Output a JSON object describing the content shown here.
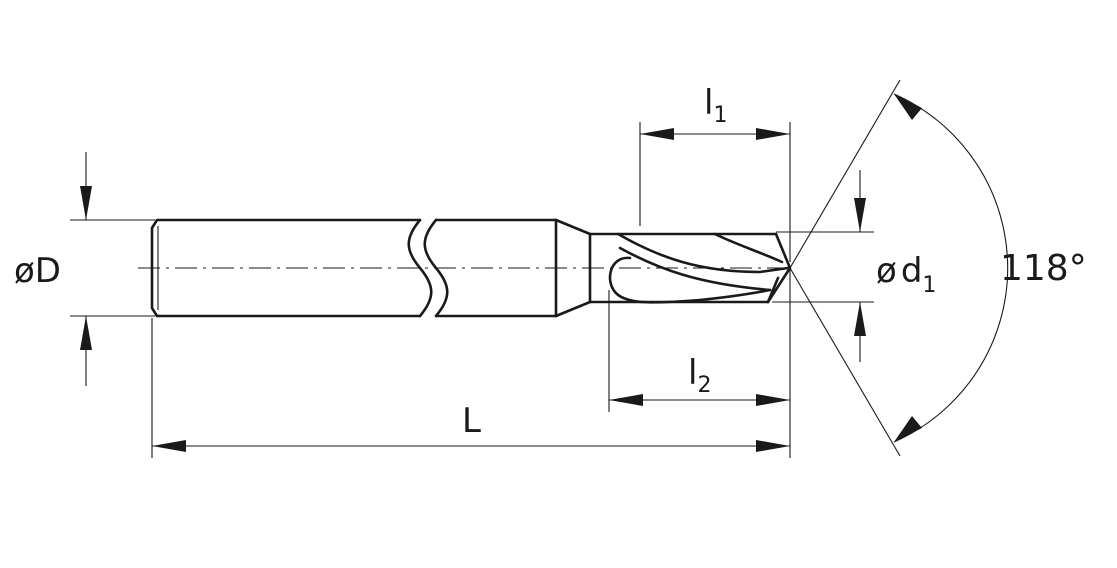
{
  "diagram": {
    "labels": {
      "shank_diameter": "øD",
      "tip_diameter_prefix": "ø",
      "tip_diameter_symbol": "d",
      "tip_diameter_sub": "1",
      "point_angle": "118°",
      "overall_length": "L",
      "flute_length_symbol": "l",
      "flute_length_sub": "1",
      "body_length_symbol": "l",
      "body_length_sub": "2"
    },
    "colors": {
      "line": "#1a1a1a",
      "background": "#ffffff"
    }
  }
}
